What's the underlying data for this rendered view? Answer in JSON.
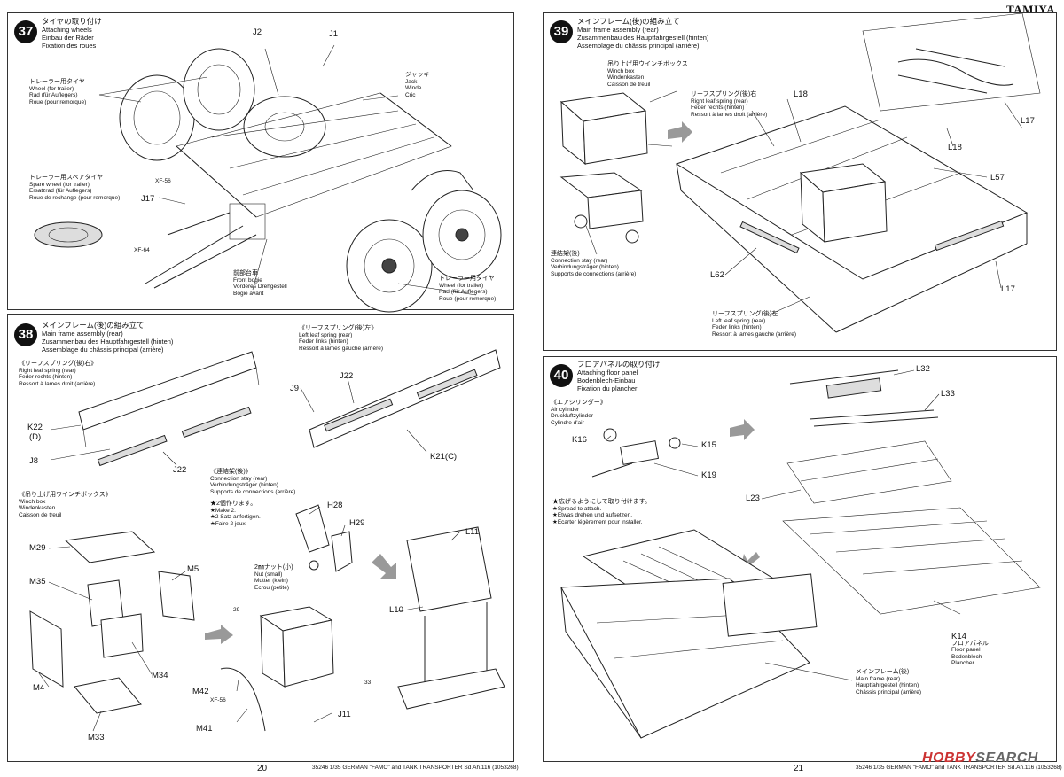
{
  "brand": "TAMIYA",
  "page_numbers": {
    "left": "20",
    "right": "21"
  },
  "footers": {
    "left": "35246 1/35 GERMAN \"FAMO\" and TANK TRANSPORTER Sd.Ah.116 (1053268)",
    "right": "35246 1/35 GERMAN \"FAMO\" and TANK TRANSPORTER Sd.Ah.116 (1053268)"
  },
  "watermark": {
    "prefix": "HOBBY",
    "suffix": "SEARCH"
  },
  "step37": {
    "number": "37",
    "title": [
      "タイヤの取り付け",
      "Attaching wheels",
      "Einbau der Räder",
      "Fixation des roues"
    ],
    "labels": {
      "trailer_wheel_1": [
        "トレーラー用タイヤ",
        "Wheel (for trailer)",
        "Rad (für Auflegers)",
        "Roue (pour remorque)"
      ],
      "spare_wheel": [
        "トレーラー用スペアタイヤ",
        "Spare wheel (for trailer)",
        "Ersatzrad (für Auflegers)",
        "Roue de rechange (pour remorque)"
      ],
      "jack": [
        "ジャッキ",
        "Jack",
        "Winde",
        "Cric"
      ],
      "front_bogie": [
        "前部台車",
        "Front bogie",
        "Vorderes Drehgestell",
        "Bogie avant"
      ],
      "trailer_wheel_2": [
        "トレーラー用タイヤ",
        "Wheel (for trailer)",
        "Rad (für Auflegers)",
        "Roue (pour remorque)"
      ]
    },
    "parts": [
      "J2",
      "J1",
      "J17",
      "XF-56",
      "XF-64"
    ]
  },
  "step38": {
    "number": "38",
    "title": [
      "メインフレーム(後)の組み立て",
      "Main frame assembly (rear)",
      "Zusammenbau des Hauptfahrgestell (hinten)",
      "Assemblage du châssis principal (arrière)"
    ],
    "labels": {
      "right_spring": [
        "《リーフスプリング(後)右》",
        "Right leaf spring (rear)",
        "Feder rechts (hinten)",
        "Ressort à lames droit (arrière)"
      ],
      "left_spring": [
        "《リーフスプリング(後)左》",
        "Left leaf spring (rear)",
        "Feder links (hinten)",
        "Ressort à lames gauche (arrière)"
      ],
      "connection_stay": [
        "《連結架(後)》",
        "Connection stay (rear)",
        "Verbindungsträger (hinten)",
        "Supports de connections (arrière)"
      ],
      "make2": [
        "★2個作ります。",
        "★Make 2.",
        "★2 Satz anfertigen.",
        "★Faire 2 jeux."
      ],
      "nut": [
        "2㎜ナット(小)",
        "Nut (small)",
        "Mutter (klein)",
        "Ecrou (petite)"
      ],
      "winch_box": [
        "《吊り上げ用ウインチボックス》",
        "Winch box",
        "Windenkasten",
        "Caisson de treuil"
      ]
    },
    "parts": [
      "K22",
      "(D)",
      "J8",
      "J22",
      "J22",
      "J9",
      "K21(C)",
      "H28",
      "H29",
      "L11",
      "L10",
      "M29",
      "M35",
      "M5",
      "M4",
      "M34",
      "M33",
      "M42",
      "M41",
      "J11",
      "XF-56",
      "29",
      "33"
    ]
  },
  "step39": {
    "number": "39",
    "title": [
      "メインフレーム(後)の組み立て",
      "Main frame assembly (rear)",
      "Zusammenbau des Hauptfahrgestell (hinten)",
      "Assemblage du châssis principal (arrière)"
    ],
    "labels": {
      "winch_box": [
        "吊り上げ用ウインチボックス",
        "Winch box",
        "Windenkasten",
        "Caisson de treuil"
      ],
      "right_spring": [
        "リーフスプリング(後)右",
        "Right leaf spring (rear)",
        "Feder rechts (hinten)",
        "Ressort à lames droit (arrière)"
      ],
      "connection_stay": [
        "連結架(後)",
        "Connection stay (rear)",
        "Verbindungsträger (hinten)",
        "Supports de connections (arrière)"
      ],
      "left_spring": [
        "リーフスプリング(後)左",
        "Left leaf spring (rear)",
        "Feder links (hinten)",
        "Ressort à lames gauche (arrière)"
      ]
    },
    "parts": [
      "L18",
      "L17",
      "L18",
      "L57",
      "L62",
      "L17"
    ]
  },
  "step40": {
    "number": "40",
    "title": [
      "フロアパネルの取り付け",
      "Attaching floor panel",
      "Bodenblech-Einbau",
      "Fixation du plancher"
    ],
    "labels": {
      "air_cylinder": [
        "《エアシリンダー》",
        "Air cylinder",
        "Druckluftzylinder",
        "Cylindre d'air"
      ],
      "spread": [
        "★広げるようにして取り付けます。",
        "★Spread to attach.",
        "★Etwas drehen und aufsetzen.",
        "★Ecarter légèrement pour installer."
      ],
      "floor_panel": [
        "K14",
        "フロアパネル",
        "Floor panel",
        "Bodenblech",
        "Plancher"
      ],
      "main_frame": [
        "メインフレーム(後)",
        "Main frame (rear)",
        "Hauptfahrgestell (hinten)",
        "Châssis principal (arrière)"
      ]
    },
    "parts": [
      "L32",
      "L33",
      "K16",
      "K15",
      "K19",
      "L23"
    ]
  }
}
